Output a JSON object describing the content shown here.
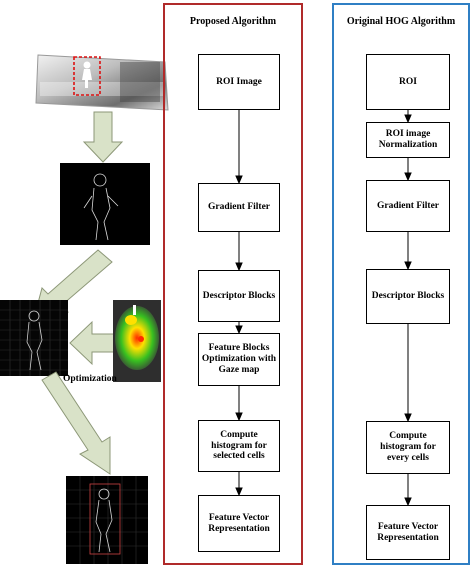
{
  "colors": {
    "proposed_frame": "#b02a2a",
    "original_frame": "#2f7fc4",
    "big_arrow_fill": "#d9e2c8",
    "big_arrow_stroke": "#8c9777"
  },
  "proposed": {
    "title": "Proposed Algorithm",
    "steps": [
      "ROI Image",
      "Gradient Filter",
      "Descriptor Blocks",
      "Feature Blocks Optimization with Gaze map",
      "Compute histogram for selected cells",
      "Feature Vector Representation"
    ]
  },
  "original": {
    "title": "Original HOG Algorithm",
    "steps": [
      "ROI",
      "ROI image Normalization",
      "Gradient Filter",
      "Descriptor Blocks",
      "Compute histogram for every cells",
      "Feature Vector Representation"
    ]
  },
  "left": {
    "optimization_label": "Optimization"
  }
}
